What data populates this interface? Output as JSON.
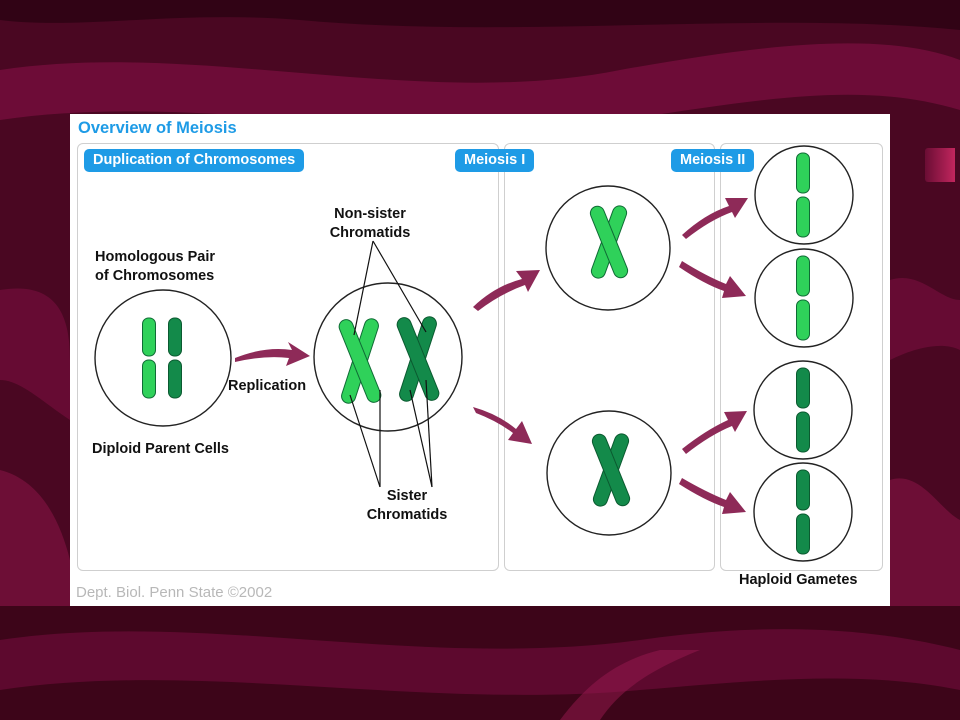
{
  "title": "Overview of Meiosis",
  "credit": "Dept. Biol. Penn State ©2002",
  "stages": {
    "duplication": "Duplication of Chromosomes",
    "meiosis1": "Meiosis I",
    "meiosis2": "Meiosis II"
  },
  "labels": {
    "homologous_line1": "Homologous Pair",
    "homologous_line2": "of Chromosomes",
    "diploid": "Diploid Parent Cells",
    "replication": "Replication",
    "non_sister_line1": "Non-sister",
    "non_sister_line2": "Chromatids",
    "sister_line1": "Sister",
    "sister_line2": "Chromatids",
    "haploid": "Haploid Gametes"
  },
  "colors": {
    "background": "#4a0722",
    "accent_blue": "#1e9be6",
    "chromosome_light": "#2fd15a",
    "chromosome_dark": "#138a4a",
    "arrow": "#8e2a58"
  }
}
